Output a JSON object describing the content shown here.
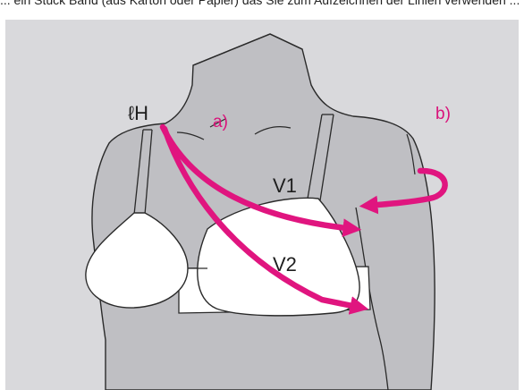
{
  "caption": "... ein Stück Band (aus Karton oder Papier) das Sie zum Aufzeichnen der Linien verwenden ...",
  "labels": {
    "h_point": "ℓH",
    "point_a": "a)",
    "point_b": "b)",
    "v1": "V1",
    "v2": "V2"
  },
  "colors": {
    "background": "#d9d9dc",
    "skin": "#bfbfc3",
    "accent": "#e0157f",
    "outline": "#2a2a2a"
  }
}
